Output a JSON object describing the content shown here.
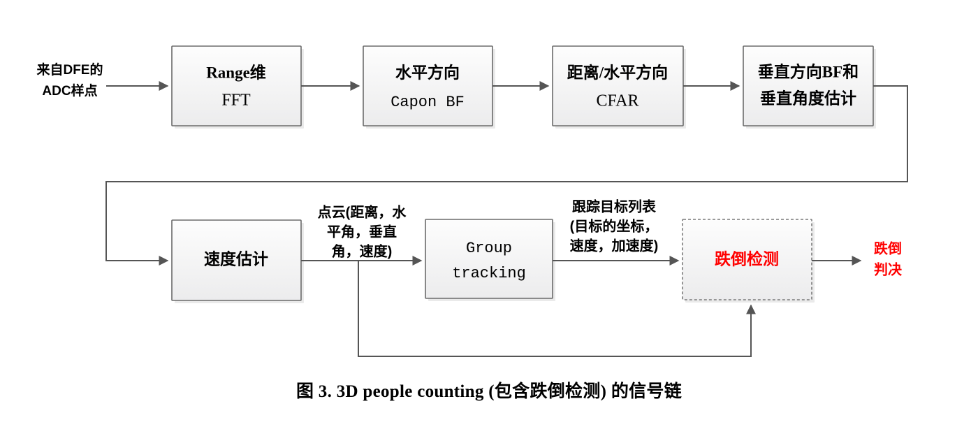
{
  "figure": {
    "caption": "图 3. 3D people counting (包含跌倒检测) 的信号链",
    "background_color": "#ffffff",
    "box_fill": "#f4f4f4",
    "box_stroke": "#6b6b6b",
    "line_color": "#555555",
    "accent_color": "#ff0000"
  },
  "inputs": {
    "adc_line1": "来自DFE的",
    "adc_line2": "ADC样点"
  },
  "blocks": [
    {
      "id": "range-fft",
      "line1": "Range维",
      "line2": "FFT",
      "style": "solid",
      "text_color": "#000000"
    },
    {
      "id": "azimuth-capon-bf",
      "line1": "水平方向",
      "line2": "Capon BF",
      "style": "solid",
      "text_color": "#000000"
    },
    {
      "id": "range-azimuth-cfar",
      "line1": "距离/水平方向",
      "line2": "CFAR",
      "style": "solid",
      "text_color": "#000000"
    },
    {
      "id": "elevation-bf",
      "line1": "垂直方向BF和",
      "line2": "垂直角度估计",
      "style": "solid",
      "text_color": "#000000"
    },
    {
      "id": "doppler-estimate",
      "line1": "速度估计",
      "line2": "",
      "style": "solid",
      "text_color": "#000000"
    },
    {
      "id": "group-tracking",
      "line1": "Group",
      "line2": "tracking",
      "style": "solid",
      "text_color": "#000000"
    },
    {
      "id": "fall-detection",
      "line1": "跌倒检测",
      "line2": "",
      "style": "dashed",
      "text_color": "#ff0000"
    }
  ],
  "edge_labels": {
    "point_cloud": {
      "line1": "点云(距离，水",
      "line2": "平角，垂直",
      "line3": "角，速度)"
    },
    "track_list": {
      "line1": "跟踪目标列表",
      "line2": "(目标的坐标，",
      "line3": "速度，加速度)"
    }
  },
  "outputs": {
    "fall_decision_line1": "跌倒",
    "fall_decision_line2": "判决"
  }
}
